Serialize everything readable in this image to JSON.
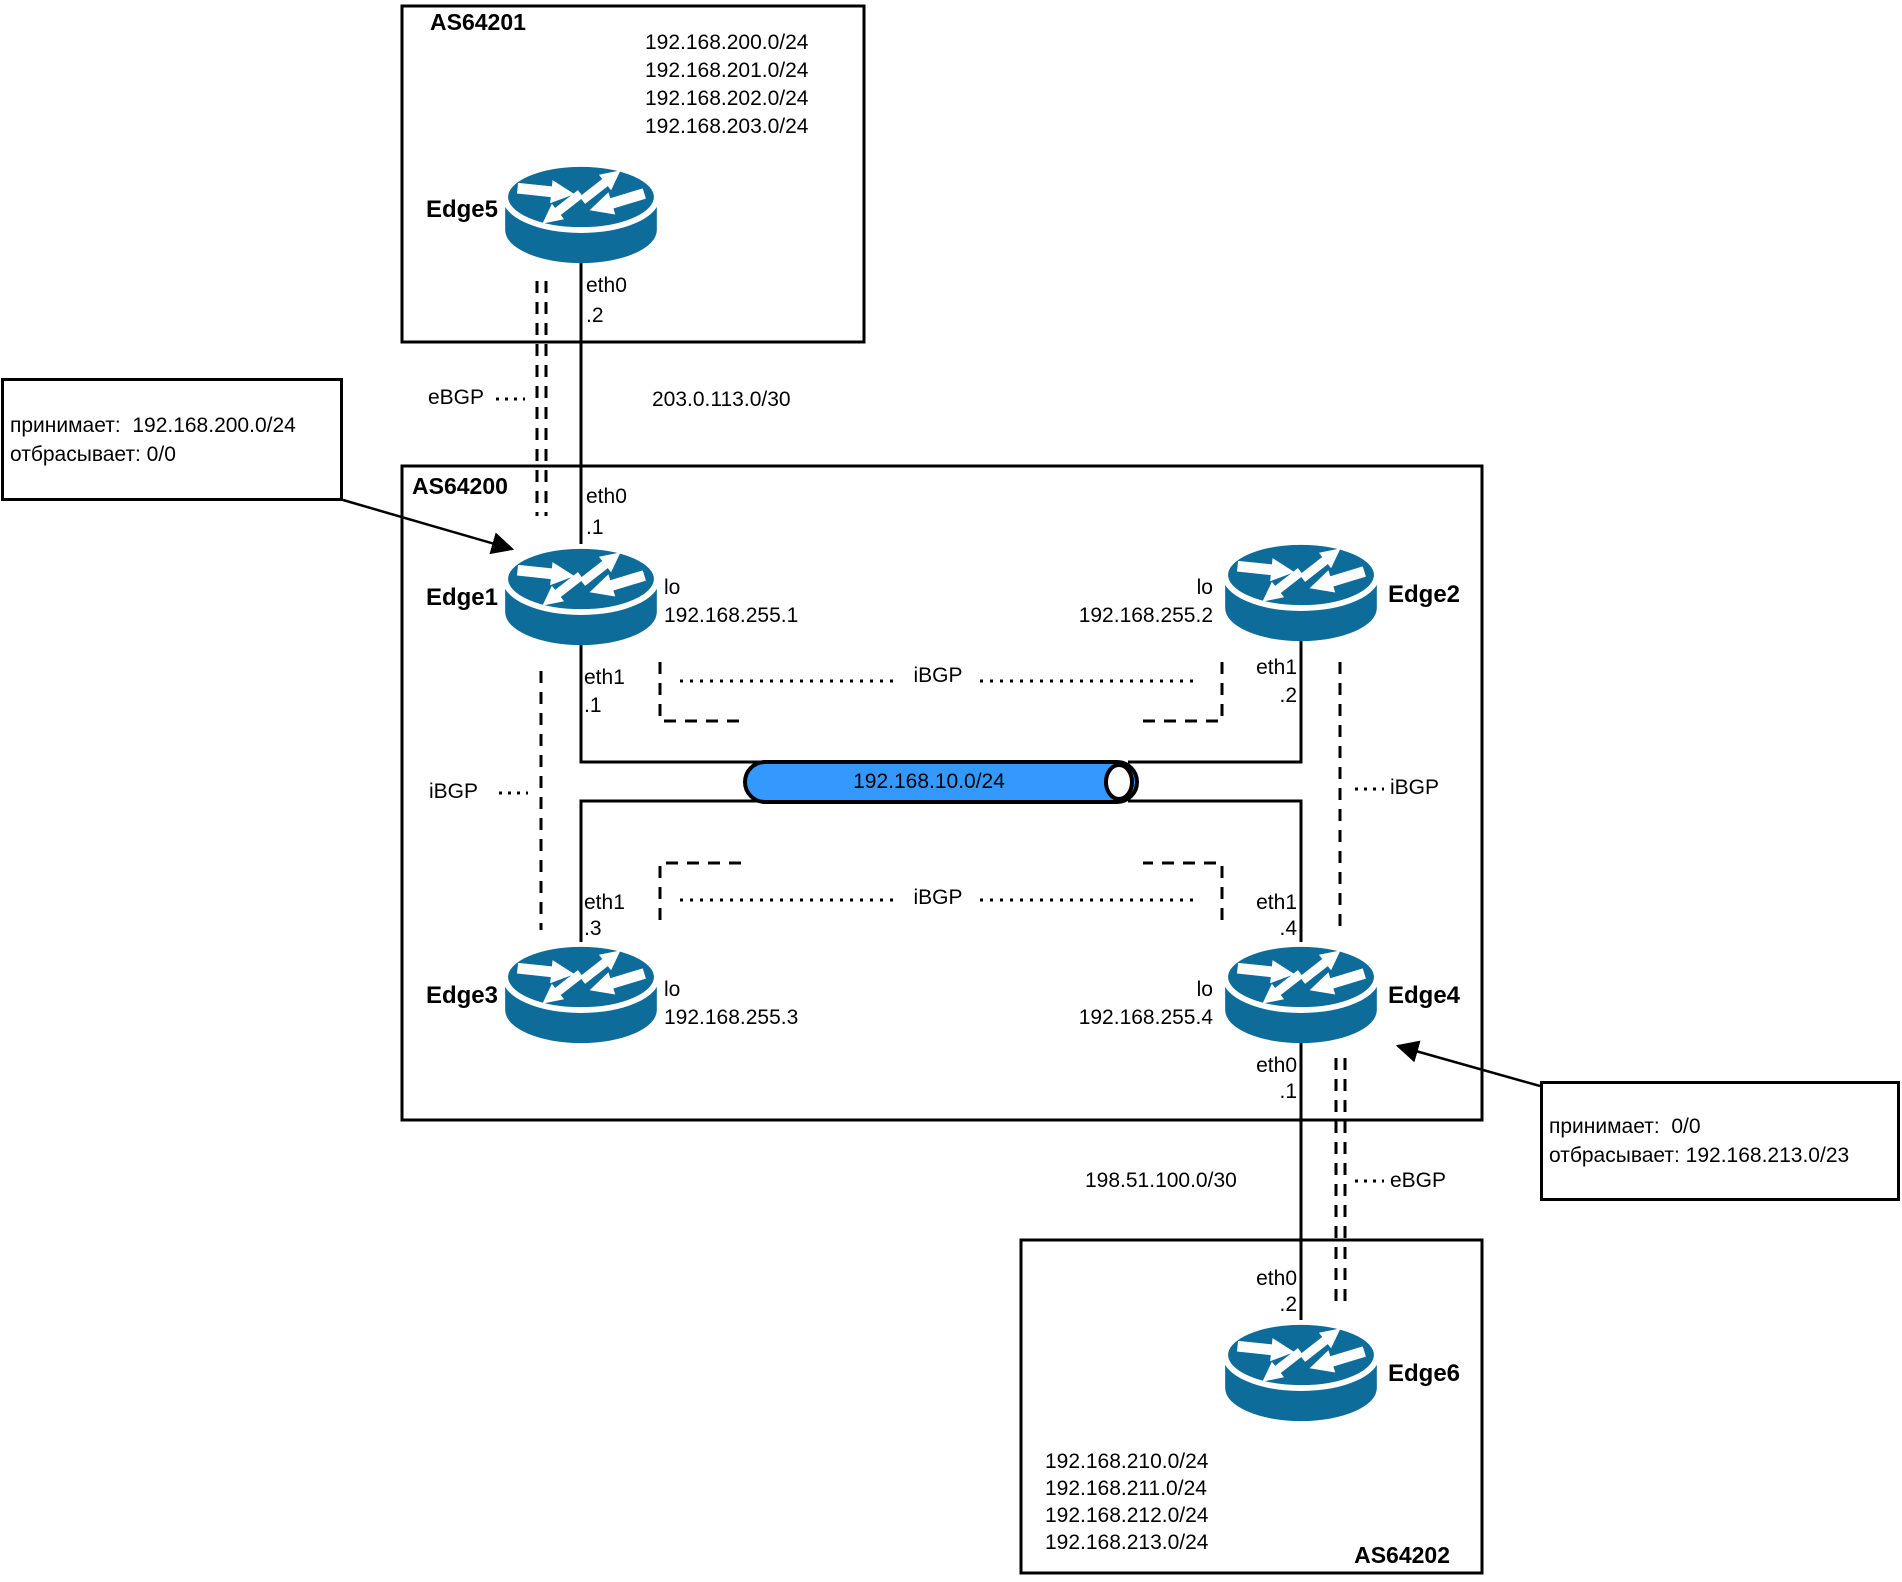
{
  "boxes": {
    "as64201": {
      "label": "AS64201"
    },
    "as64200": {
      "label": "AS64200"
    },
    "as64202": {
      "label": "AS64202"
    }
  },
  "as64201_networks": [
    "192.168.200.0/24",
    "192.168.201.0/24",
    "192.168.202.0/24",
    "192.168.203.0/24"
  ],
  "as64202_networks": [
    "192.168.210.0/24",
    "192.168.211.0/24",
    "192.168.212.0/24",
    "192.168.213.0/24"
  ],
  "routers": {
    "edge5": {
      "name": "Edge5"
    },
    "edge1": {
      "name": "Edge1",
      "lo_if": "lo",
      "lo_ip": "192.168.255.1"
    },
    "edge2": {
      "name": "Edge2",
      "lo_if": "lo",
      "lo_ip": "192.168.255.2"
    },
    "edge3": {
      "name": "Edge3",
      "lo_if": "lo",
      "lo_ip": "192.168.255.3"
    },
    "edge4": {
      "name": "Edge4",
      "lo_if": "lo",
      "lo_ip": "192.168.255.4"
    },
    "edge6": {
      "name": "Edge6"
    }
  },
  "interfaces": {
    "edge5_eth0": {
      "name": "eth0",
      "host": ".2"
    },
    "edge1_eth0": {
      "name": "eth0",
      "host": ".1"
    },
    "edge1_eth1": {
      "name": "eth1",
      "host": ".1"
    },
    "edge2_eth1": {
      "name": "eth1",
      "host": ".2"
    },
    "edge3_eth1": {
      "name": "eth1",
      "host": ".3"
    },
    "edge4_eth1": {
      "name": "eth1",
      "host": ".4"
    },
    "edge4_eth0": {
      "name": "eth0",
      "host": ".1"
    },
    "edge6_eth0": {
      "name": "eth0",
      "host": ".2"
    }
  },
  "networks": {
    "edge5_edge1": "203.0.113.0/30",
    "lan": "192.168.10.0/24",
    "edge4_edge6": "198.51.100.0/30"
  },
  "bgp": {
    "ebgp_top": "eBGP",
    "ebgp_bottom": "eBGP",
    "ibgp_left": "iBGP",
    "ibgp_right": "iBGP",
    "ibgp_top": "iBGP",
    "ibgp_bottom": "iBGP"
  },
  "notes": {
    "left": {
      "line1": "принимает:  192.168.200.0/24",
      "line2": "отбрасывает: 0/0"
    },
    "right": {
      "line1": "принимает:  0/0",
      "line2": "отбрасывает: 192.168.213.0/23"
    }
  },
  "colors": {
    "router": "#0E6C9B",
    "lan": "#3399FF",
    "stroke": "#000000"
  }
}
